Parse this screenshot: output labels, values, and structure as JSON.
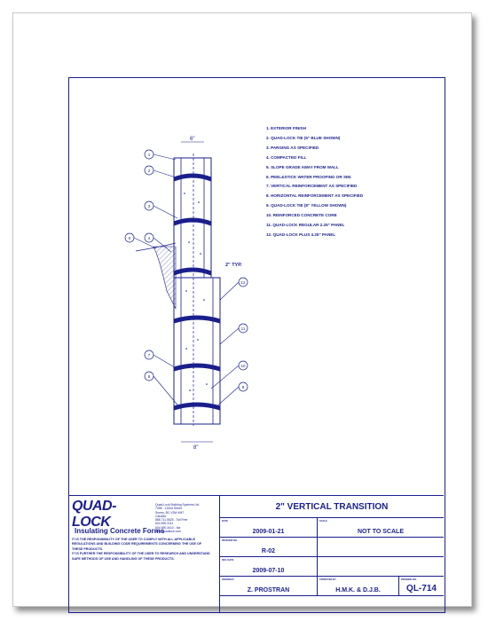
{
  "notes": [
    "1. EXTERIOR FINISH",
    "2. QUAD-LOCK TIE (6\" BLUE SHOWN)",
    "3. PARGING AS SPECIFIED",
    "4. COMPACTED FILL",
    "5. SLOPE GRADE AWAY FROM WALL",
    "6. PEEL&STICK WATER PROOFING OR SIM.",
    "7. VERTICAL REINFORCEMENT AS SPECIFIED",
    "8. HORIZONTAL REINFORCEMENT AS SPECIFIED",
    "9. QUAD-LOCK TIE (8\" YELLOW SHOWN)",
    "10. REINFORCED CONCRETE CORE",
    "11. QUAD-LOCK REGULAR 2.25\" PANEL",
    "12. QUAD-LOCK PLUS 4.25\" PANEL"
  ],
  "drawing": {
    "dim_top": "6\"",
    "dim_bottom": "8\"",
    "dim_typ": "2\" TYP.",
    "callouts_left": [
      "1",
      "2",
      "3",
      "4",
      "5",
      "7",
      "8"
    ],
    "callouts_right": [
      "12",
      "11",
      "10",
      "9"
    ],
    "lines": "#1a1f8c"
  },
  "titleblock": {
    "logo": "QUAD-LOCK",
    "logo_sub": "Insulating Concrete Forms",
    "company": [
      "Quad-Lock Building Systems Ltd.",
      "7398 - 132nd Street",
      "Surrey, BC V3W 4M7",
      "Canada",
      "888.711.5625 - Toll Free",
      "604.590.3111",
      "604.590.3410 - fax",
      "www.quadlock.com"
    ],
    "disclaimer": [
      "IT IS THE RESPONSIBILITY OF THE USER TO COMPLY WITH ALL APPLICABLE",
      "REGULATIONS AND BUILDING CODE REQUIREMENTS CONCERNING THE USE OF",
      "THESE PRODUCTS.",
      "IT IS FURTHER THE RESPONSIBILITY OF THE USER TO RESEARCH AND UNDERSTAND",
      "SAFE METHODS OF USE AND HANDLING OF THESE PRODUCTS."
    ],
    "title": "2\" VERTICAL TRANSITION",
    "fields": {
      "date_label": "DATE",
      "date": "2009-01-21",
      "scale_label": "SCALE",
      "scale": "NOT TO SCALE",
      "revision_label": "REVISION NO.",
      "revision": "R-02",
      "revdate_label": "REV. DATE",
      "revdate": "2009-07-10",
      "drawn_label": "DRAWN BY",
      "drawn": "Z. PROSTRAN",
      "approved_label": "APPROVED BY",
      "approved": "H.M.K. & D.J.B.",
      "drawing_no_label": "DRAWING NO.",
      "drawing_no": "QL-714"
    }
  }
}
